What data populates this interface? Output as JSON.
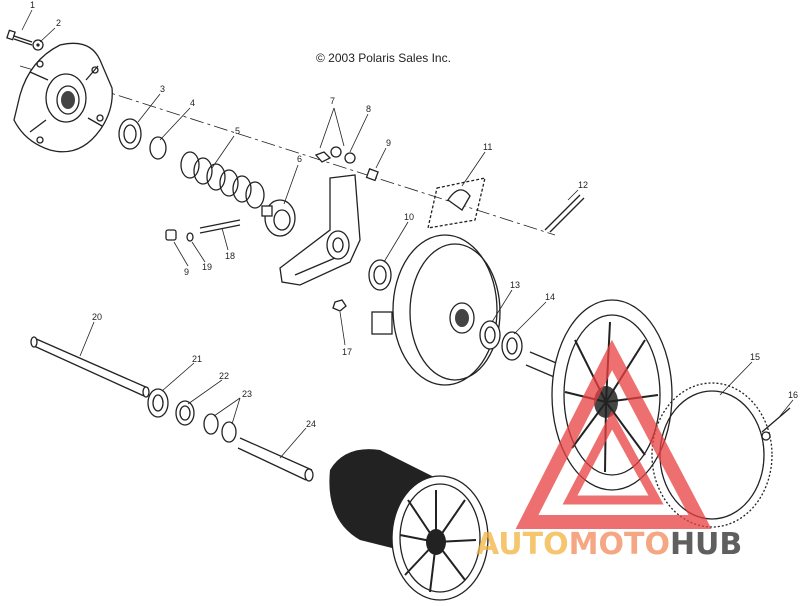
{
  "copyright": "© 2003 Polaris Sales Inc.",
  "callouts": [
    "1",
    "2",
    "3",
    "4",
    "5",
    "6",
    "7",
    "8",
    "9",
    "10",
    "11",
    "12",
    "13",
    "14",
    "15",
    "16",
    "17",
    "18",
    "19",
    "9",
    "20",
    "21",
    "22",
    "23",
    "24"
  ],
  "watermark": {
    "part_a": "AUTO",
    "part_b": "MOTO",
    "part_c": "HUB",
    "color_a": "#f2b33d",
    "color_b": "#f28a5a",
    "color_c": "#2a2a2a",
    "triangle_color": "#e84040"
  }
}
